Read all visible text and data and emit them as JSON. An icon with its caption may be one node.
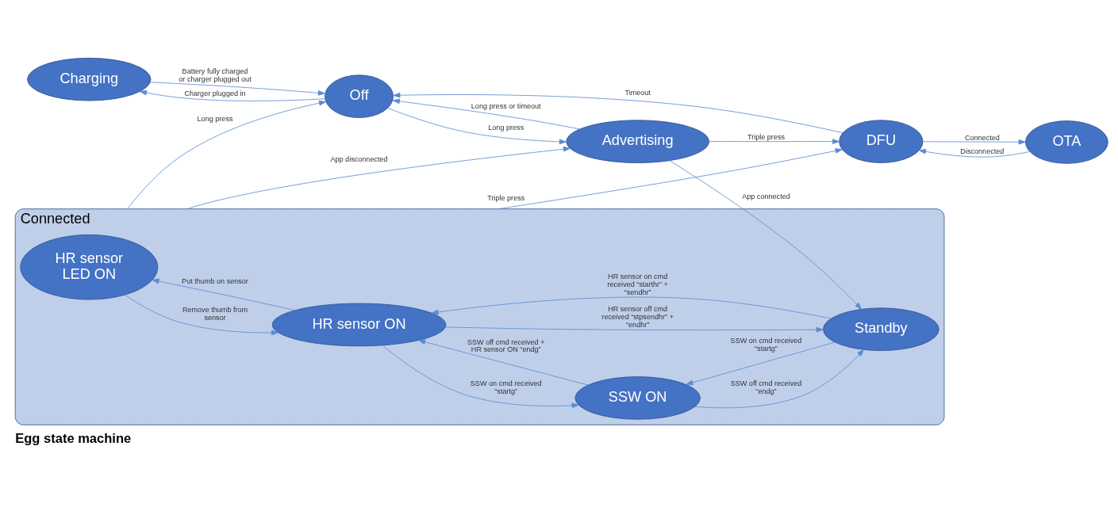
{
  "diagram": {
    "caption": "Egg state machine",
    "nodes": [
      {
        "text": [
          "Charging"
        ]
      },
      {
        "text": [
          "Off"
        ]
      },
      {
        "text": [
          "DFU"
        ]
      },
      {
        "text": [
          "OTA"
        ]
      },
      {
        "text": [
          "Connected"
        ]
      },
      {
        "text": [
          "HR sensor LED ON"
        ],
        "in": 4
      },
      {
        "text": [
          "Standby"
        ],
        "in": 4
      },
      {
        "text": [
          "SSW ON"
        ],
        "in": 4
      },
      {
        "text": [
          "HR sensor ON"
        ],
        "in": 4
      },
      {
        "text": [
          "Advertising"
        ]
      }
    ],
    "edges": [
      {
        "from": 1,
        "to": 0,
        "arrow": "to",
        "label": "Charger plugged in"
      },
      {
        "from": 0,
        "to": 1,
        "arrow": "to",
        "label": "Battery fully charged or charger plugged out"
      },
      {
        "from": 2,
        "to": 1,
        "arrow": "to",
        "label": "Timeout"
      },
      {
        "from": 2,
        "to": 3,
        "arrow": "to",
        "label": "Connected"
      },
      {
        "from": 3,
        "to": 2,
        "arrow": "to",
        "label": "Disconnected"
      },
      {
        "from": 4,
        "to": 2,
        "arrow": "to",
        "label": "Triple press"
      },
      {
        "from": 4,
        "to": 1,
        "arrow": "to",
        "label": "Long press"
      },
      {
        "from": 1,
        "to": 9,
        "arrow": "to",
        "label": "Long press"
      },
      {
        "from": 9,
        "to": 1,
        "arrow": "to",
        "label": "Long press or timeout"
      },
      {
        "from": 9,
        "to": 2,
        "arrow": "to",
        "label": "Triple press"
      },
      {
        "from": 9,
        "to": 6,
        "arrow": "to",
        "label": "App connected"
      },
      {
        "from": 4,
        "to": 9,
        "arrow": "to",
        "label": "App disconnected"
      },
      {
        "from": 8,
        "to": 5,
        "arrow": "to",
        "label": "Put thumb on sensor"
      },
      {
        "from": 5,
        "to": 8,
        "arrow": "to",
        "label": "Remove thumb from sensor"
      },
      {
        "from": 7,
        "to": 6,
        "arrow": "to",
        "label": "SSW off cmd received “endg”"
      },
      {
        "from": 6,
        "to": 7,
        "arrow": "to",
        "label": "SSW on cmd received “startg”"
      },
      {
        "from": 6,
        "to": 8,
        "arrow": "to",
        "label": "HR sensor on cmd received “starthr” + “sendhr”"
      },
      {
        "from": 8,
        "to": 6,
        "arrow": "to",
        "label": "HR sensor off cmd received “stpsendhr” + “endhr”"
      },
      {
        "from": 8,
        "to": 7,
        "arrow": "to",
        "label": "SSW on cmd received “startg”"
      },
      {
        "from": 7,
        "to": 8,
        "arrow": "to",
        "label": "SSW off cmd received + HR sensor ON “endg”"
      }
    ]
  }
}
